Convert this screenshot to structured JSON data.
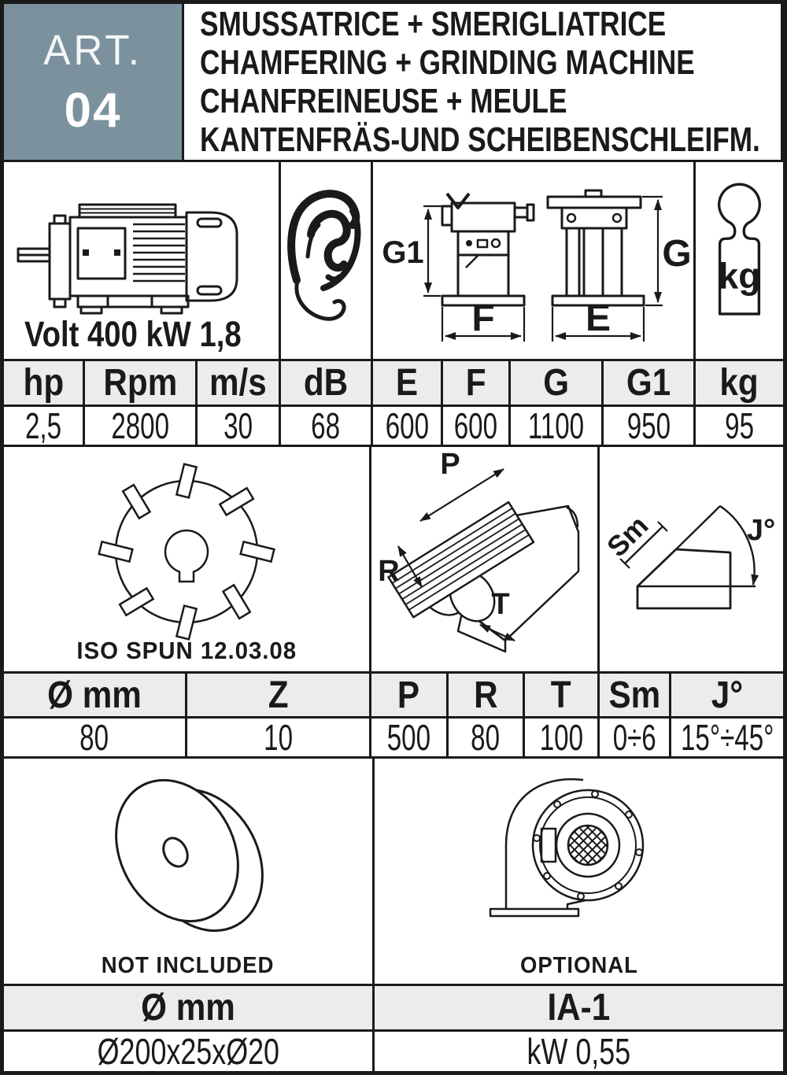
{
  "page": {
    "art_label": "ART.",
    "art_number": "04",
    "titles": [
      "SMUSSATRICE + SMERIGLIATRICE",
      "CHAMFERING + GRINDING MACHINE",
      "CHANFREINEUSE + MEULE",
      "KANTENFRÄS-UND SCHEIBENSCHLEIFM."
    ]
  },
  "colors": {
    "accent_box": "#7b929e",
    "table_header_bg": "#ececec",
    "ink": "#1a1a1a"
  },
  "icons": {
    "motor": "electric-motor-line-drawing",
    "ear": "noise-level-ear",
    "dimensions": "machine-front-and-side-views",
    "weight": "kg-weight",
    "cutter": "milling-cutter-wheel",
    "worktable": "tilted-worktable",
    "chamfer": "chamfer-angle-diagram",
    "wheel": "grinding-wheel",
    "blower": "dust-extraction-blower"
  },
  "icons_row": {
    "motor_caption": "Volt 400 kW 1,8"
  },
  "dims": {
    "g1": "G1",
    "f": "F",
    "e": "E",
    "g": "G",
    "kg": "kg"
  },
  "spec_table": {
    "headers": [
      "hp",
      "Rpm",
      "m/s",
      "dB",
      "E",
      "F",
      "G",
      "G1",
      "kg"
    ],
    "values": [
      "2,5",
      "2800",
      "30",
      "68",
      "600",
      "600",
      "1100",
      "950",
      "95"
    ]
  },
  "cutter": {
    "caption": "ISO SPUN 12.03.08",
    "labels": {
      "p": "P",
      "r": "R",
      "t": "T",
      "sm": "Sm",
      "j": "J°"
    }
  },
  "cutter_table": {
    "headers": [
      "Ø mm",
      "Z",
      "P",
      "R",
      "T",
      "Sm",
      "J°"
    ],
    "values": [
      "80",
      "10",
      "500",
      "80",
      "100",
      "0÷6",
      "15°÷45°"
    ]
  },
  "accessories": {
    "wheel_caption": "NOT INCLUDED",
    "blower_caption": "OPTIONAL"
  },
  "accessory_table": {
    "headers": [
      "Ø mm",
      "IA-1"
    ],
    "values": [
      "Ø200x25xØ20",
      "kW 0,55"
    ]
  }
}
